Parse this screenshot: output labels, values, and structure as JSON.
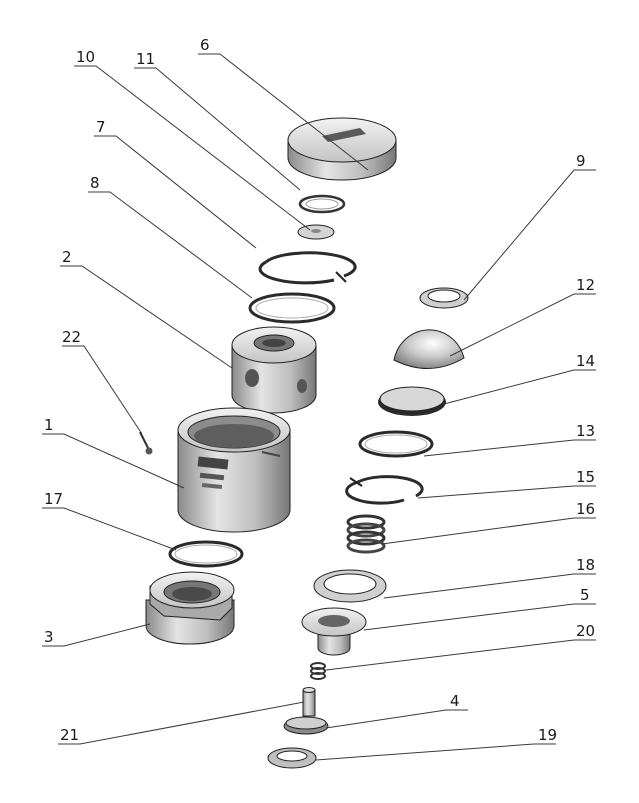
{
  "diagram": {
    "callouts": [
      {
        "id": "6",
        "label": "6"
      },
      {
        "id": "10",
        "label": "10"
      },
      {
        "id": "11",
        "label": "11"
      },
      {
        "id": "7",
        "label": "7"
      },
      {
        "id": "8",
        "label": "8"
      },
      {
        "id": "9",
        "label": "9"
      },
      {
        "id": "2",
        "label": "2"
      },
      {
        "id": "12",
        "label": "12"
      },
      {
        "id": "22",
        "label": "22"
      },
      {
        "id": "14",
        "label": "14"
      },
      {
        "id": "1",
        "label": "1"
      },
      {
        "id": "13",
        "label": "13"
      },
      {
        "id": "15",
        "label": "15"
      },
      {
        "id": "17",
        "label": "17"
      },
      {
        "id": "16",
        "label": "16"
      },
      {
        "id": "18",
        "label": "18"
      },
      {
        "id": "5",
        "label": "5"
      },
      {
        "id": "3",
        "label": "3"
      },
      {
        "id": "20",
        "label": "20"
      },
      {
        "id": "4",
        "label": "4"
      },
      {
        "id": "21",
        "label": "21"
      },
      {
        "id": "19",
        "label": "19"
      }
    ],
    "colors": {
      "metal_light": "#d9d9d9",
      "metal_mid": "#b8b8b8",
      "metal_dark": "#6e6e6e",
      "ink": "#222222"
    }
  }
}
